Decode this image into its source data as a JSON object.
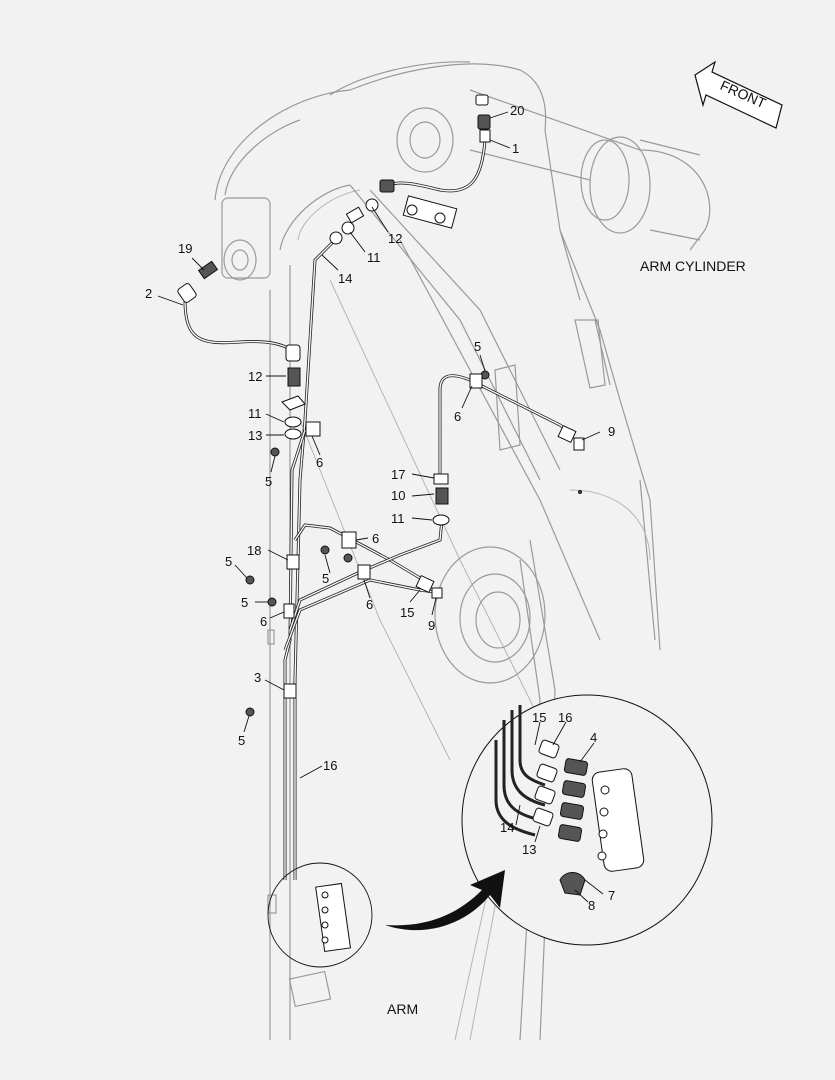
{
  "captions": {
    "front": "FRONT",
    "arm_cylinder": "ARM CYLINDER",
    "arm": "ARM"
  },
  "callouts": [
    {
      "id": "c20",
      "text": "20"
    },
    {
      "id": "c1",
      "text": "1"
    },
    {
      "id": "c12a",
      "text": "12"
    },
    {
      "id": "c11a",
      "text": "11"
    },
    {
      "id": "c14a",
      "text": "14"
    },
    {
      "id": "c19",
      "text": "19"
    },
    {
      "id": "c2",
      "text": "2"
    },
    {
      "id": "c12b",
      "text": "12"
    },
    {
      "id": "c11b",
      "text": "11"
    },
    {
      "id": "c13a",
      "text": "13"
    },
    {
      "id": "c5a",
      "text": "5"
    },
    {
      "id": "c6a",
      "text": "6"
    },
    {
      "id": "c5b",
      "text": "5"
    },
    {
      "id": "c6b",
      "text": "6"
    },
    {
      "id": "c9a",
      "text": "9"
    },
    {
      "id": "c17",
      "text": "17"
    },
    {
      "id": "c10",
      "text": "10"
    },
    {
      "id": "c11c",
      "text": "11"
    },
    {
      "id": "c6c",
      "text": "6"
    },
    {
      "id": "c18",
      "text": "18"
    },
    {
      "id": "c5c",
      "text": "5"
    },
    {
      "id": "c5d",
      "text": "5"
    },
    {
      "id": "c6d",
      "text": "6"
    },
    {
      "id": "c15a",
      "text": "15"
    },
    {
      "id": "c9b",
      "text": "9"
    },
    {
      "id": "c5e",
      "text": "5"
    },
    {
      "id": "c6e",
      "text": "6"
    },
    {
      "id": "c3",
      "text": "3"
    },
    {
      "id": "c5f",
      "text": "5"
    },
    {
      "id": "c16a",
      "text": "16"
    },
    {
      "id": "c15b",
      "text": "15"
    },
    {
      "id": "c16b",
      "text": "16"
    },
    {
      "id": "c4",
      "text": "4"
    },
    {
      "id": "c14b",
      "text": "14"
    },
    {
      "id": "c13b",
      "text": "13"
    },
    {
      "id": "c7",
      "text": "7"
    },
    {
      "id": "c8",
      "text": "8"
    }
  ]
}
